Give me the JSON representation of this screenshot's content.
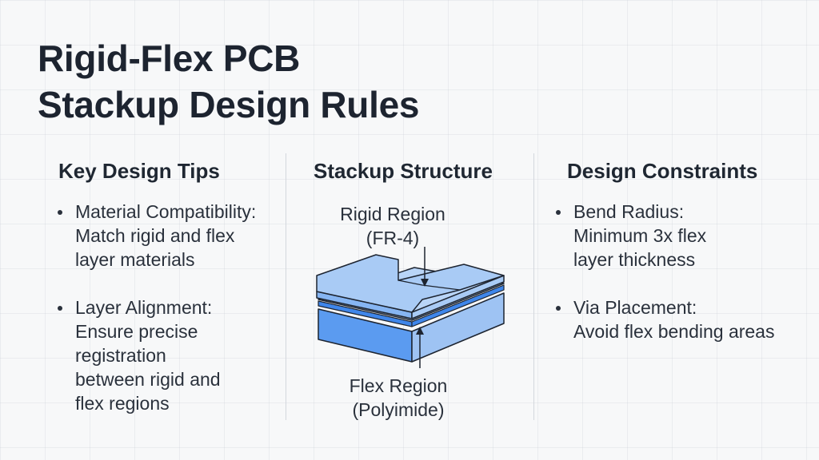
{
  "title": {
    "line1": "Rigid-Flex PCB",
    "line2": "Stackup Design Rules"
  },
  "columns": {
    "tips": {
      "heading": "Key Design Tips",
      "items": [
        {
          "lines": [
            "Material Compatibility:",
            "Match rigid and flex",
            "layer materials"
          ]
        },
        {
          "lines": [
            "Layer Alignment:",
            "Ensure precise",
            "registration",
            "between rigid and",
            "flex regions"
          ]
        }
      ]
    },
    "stackup": {
      "heading": "Stackup Structure",
      "rigid_label": [
        "Rigid Region",
        "(FR-4)"
      ],
      "flex_label": [
        "Flex Region",
        "(Polyimide)"
      ]
    },
    "constraints": {
      "heading": "Design Constraints",
      "items": [
        {
          "lines": [
            "Bend Radius:",
            "Minimum 3x flex",
            "layer thickness"
          ]
        },
        {
          "lines": [
            "Via Placement:",
            "Avoid flex bending areas"
          ]
        }
      ]
    }
  },
  "colors": {
    "rigid_top": "#a9cbf5",
    "rigid_side": "#5b9bf0",
    "flex_layer": "#3f86ea",
    "outline": "#1d2430"
  }
}
